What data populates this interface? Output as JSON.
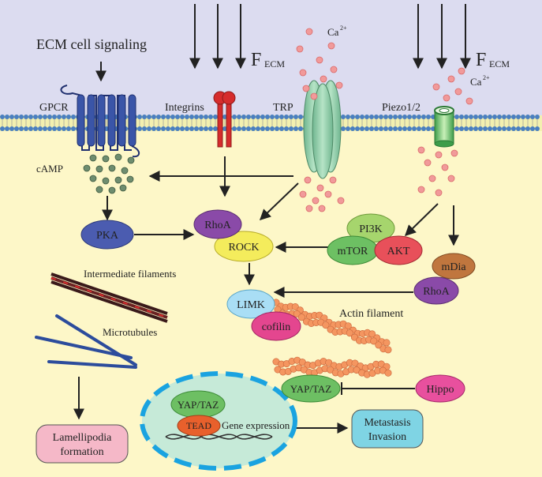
{
  "labels": {
    "ecm_signaling": "ECM cell signaling",
    "gpcr": "GPCR",
    "integrins": "Integrins",
    "trp": "TRP",
    "piezo": "Piezo1/2",
    "f_ecm_main": "F",
    "f_ecm_sub": "ECM",
    "ca_main": "Ca",
    "ca_sup": "2+",
    "camp": "cAMP",
    "intermediate_filaments": "Intermediate filaments",
    "microtubules": "Microtubules",
    "actin_filament": "Actin filament",
    "gene_expression": "Gene expression"
  },
  "nodes": {
    "pka": "PKA",
    "rhoa": "RhoA",
    "rock": "ROCK",
    "pi3k": "PI3K",
    "mtor": "mTOR",
    "akt": "AKT",
    "mdia": "mDia",
    "rhoa2": "RhoA",
    "limk": "LIMK",
    "cofilin": "cofilin",
    "yap_taz": "YAP/TAZ",
    "hippo": "Hippo",
    "yap_taz_nuc": "YAP/TAZ",
    "tead": "TEAD",
    "lamellipodia_1": "Lamellipodia",
    "lamellipodia_2": "formation",
    "metastasis_1": "Metastasis",
    "metastasis_2": "Invasion"
  },
  "colors": {
    "extracellular": "#dcdcf0",
    "cytoplasm": "#fdf7c8",
    "membrane_head": "#4a7fc0",
    "calcium": "#f19a9a",
    "camp": "#6e8d6f",
    "gpcr": "#3a55a8",
    "integrin": "#d62c2c",
    "trp": "#8fcfaa",
    "pka": "#4b5cb0",
    "rhoa": "#8a4aa8",
    "rock": "#f4ec5c",
    "pi3k": "#a6d56d",
    "mtor": "#6dc063",
    "akt": "#e8505a",
    "mdia": "#c0763e",
    "limk": "#a9def5",
    "cofilin": "#e4468f",
    "yap_taz": "#6dbf63",
    "hippo": "#e8509e",
    "tead": "#e8602c",
    "nucleus": "#c6ead8",
    "nucleus_border": "#1aa3e0",
    "lamellipodia": "#f5b8c8",
    "metastasis": "#7fd4e4",
    "actin": "#f49660"
  }
}
